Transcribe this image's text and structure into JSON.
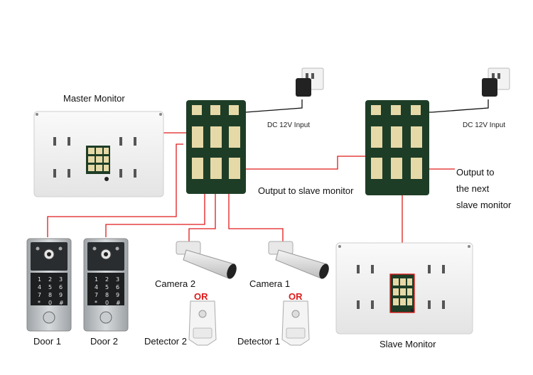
{
  "labels": {
    "master_monitor": "Master Monitor",
    "dc_input_1": "DC 12V Input",
    "dc_input_2": "DC 12V Input",
    "output_slave": "Output to slave monitor",
    "output_next_line1": "Output to",
    "output_next_line2": "the next",
    "output_next_line3": "slave monitor",
    "camera_2": "Camera 2",
    "camera_1": "Camera 1",
    "or_1": "OR",
    "or_2": "OR",
    "door_1": "Door 1",
    "door_2": "Door 2",
    "detector_2": "Detector 2",
    "detector_1": "Detector 1",
    "slave_monitor": "Slave Monitor"
  },
  "keypad": [
    "1",
    "2",
    "3",
    "4",
    "5",
    "6",
    "7",
    "8",
    "9",
    "*",
    "0",
    "#"
  ],
  "colors": {
    "wire": "#e01b1b",
    "board": "#1e3d26",
    "connector": "#e6d9a8",
    "monitor_body": "#f3f3f3",
    "door_panel": "#bfc3c6"
  }
}
